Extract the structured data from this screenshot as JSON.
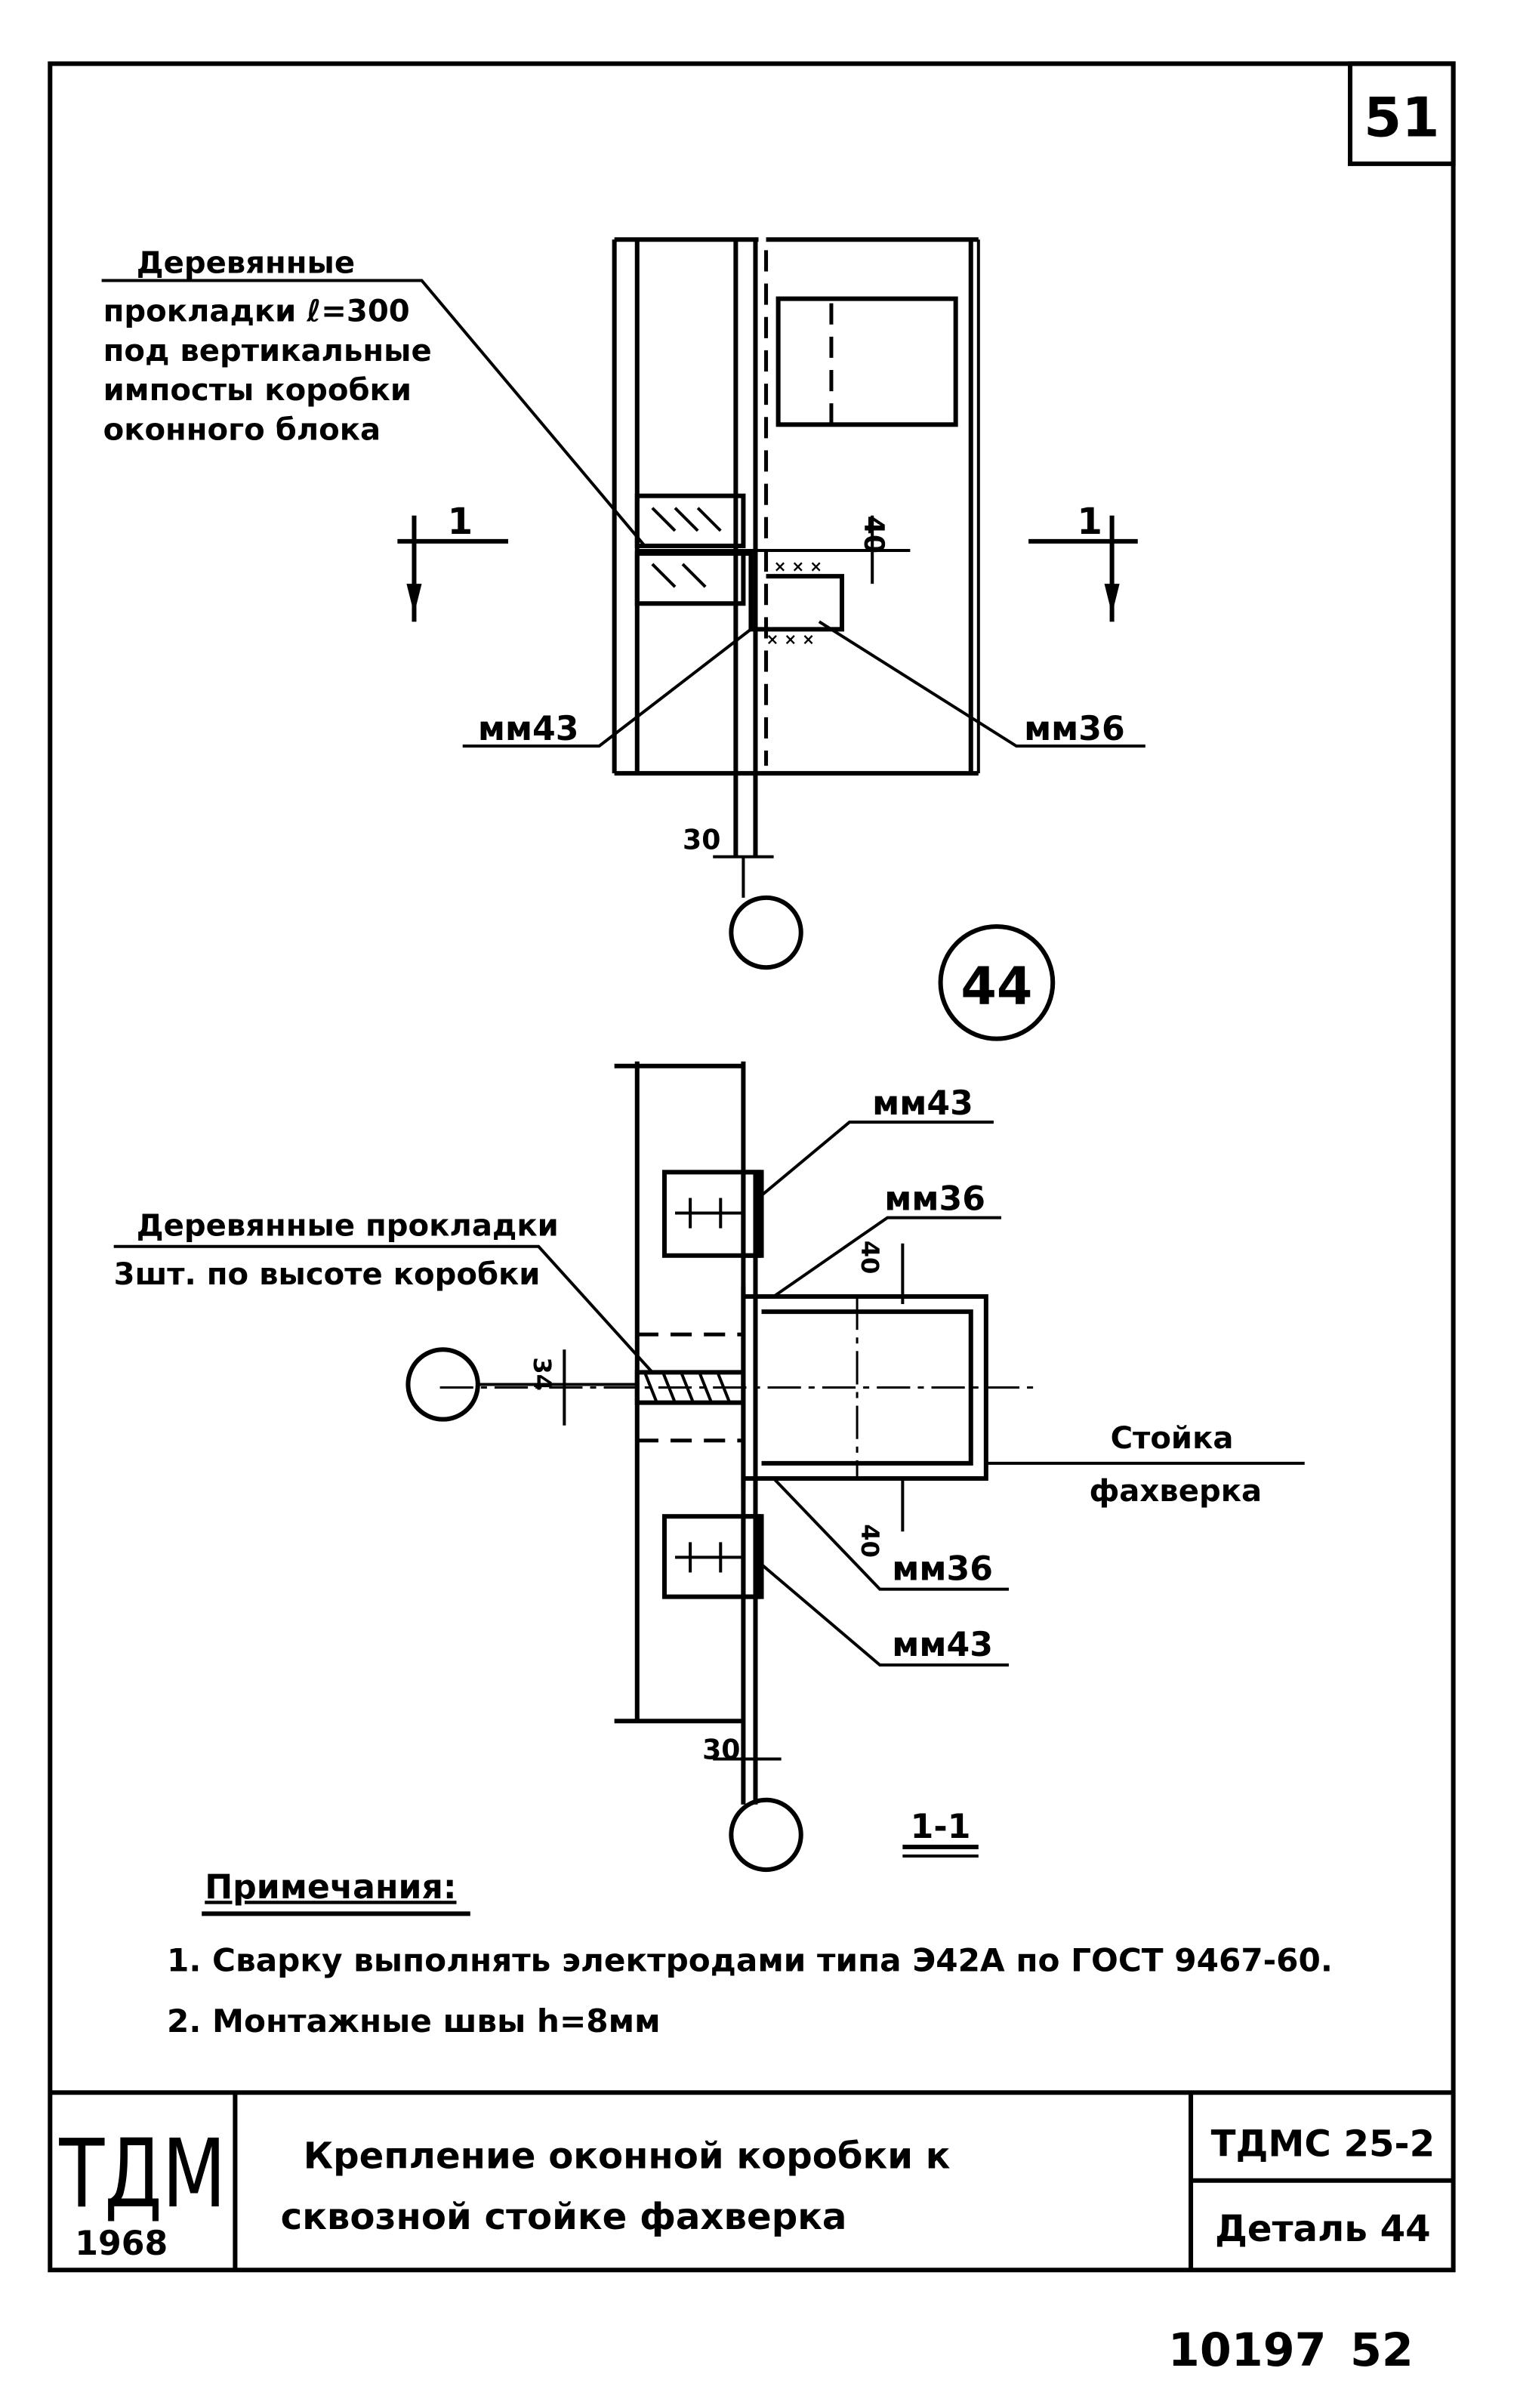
{
  "sheet": {
    "number": "51"
  },
  "upper_view": {
    "callout_timber": [
      "Деревянные",
      "прокладки ℓ=300",
      "под вертикальные",
      "импосты коробки",
      "оконного блока"
    ],
    "dim_40": "40",
    "dim_30": "30",
    "section_mark_left": "1",
    "section_mark_right": "1",
    "weld_left": "мм43",
    "weld_right": "мм36"
  },
  "detail_marker": "44",
  "section_view": {
    "title": "1-1",
    "callout_timber": [
      "Деревянные прокладки",
      "3шт. по высоте коробки"
    ],
    "weld_top_1": "мм43",
    "weld_top_2": "мм36",
    "weld_bottom_1": "мм36",
    "weld_bottom_2": "мм43",
    "dim_40_top": "40",
    "dim_40_bottom": "40",
    "dim_34": "34",
    "dim_30": "30",
    "column_label": [
      "Стойка",
      "фахверка"
    ]
  },
  "notes": {
    "heading": "Примечания:",
    "items": [
      "1.  Сварку выполнять электродами типа Э42А по ГОСТ 9467-60.",
      "2.  Монтажные швы h=8мм"
    ]
  },
  "title_block": {
    "org": "ТДМ",
    "year": "1968",
    "title_line1": "Крепление оконной коробки  к",
    "title_line2": "сквозной  стойке  фахверка",
    "code": "ТДМС 25-2",
    "detail": "Деталь 44"
  },
  "footer": {
    "archive_no": "10197",
    "page": "52"
  }
}
